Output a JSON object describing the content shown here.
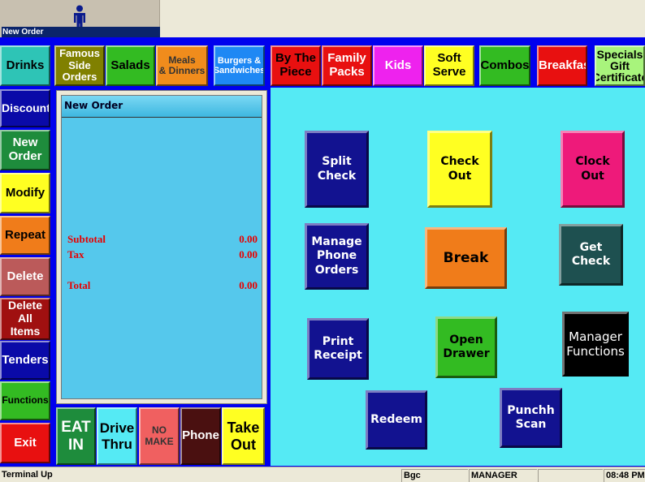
{
  "header": {
    "title": "New Order",
    "icon": "person-icon"
  },
  "top_categories": [
    {
      "label": "Famous\nSide\nOrders"
    },
    {
      "label": "Salads"
    },
    {
      "label": "Meals\n& Dinners"
    },
    {
      "label": "Burgers &\nSandwiches"
    },
    {
      "label": "By The\nPiece"
    },
    {
      "label": "Family\nPacks"
    },
    {
      "label": "Kids"
    },
    {
      "label": "Soft\nServe"
    },
    {
      "label": "Combos"
    },
    {
      "label": "Breakfas"
    },
    {
      "label": "Specials\nGift\nCertificate"
    }
  ],
  "sidebar": [
    {
      "label": "Drinks"
    },
    {
      "label": "Discounts"
    },
    {
      "label": "New\nOrder"
    },
    {
      "label": "Modify"
    },
    {
      "label": "Repeat"
    },
    {
      "label": "Delete"
    },
    {
      "label": "Delete\nAll\nItems"
    },
    {
      "label": "Tenders"
    },
    {
      "label": "Functions"
    },
    {
      "label": "Exit"
    }
  ],
  "order": {
    "title": "New Order",
    "subtotal_label": "Subtotal",
    "subtotal_value": "0.00",
    "tax_label": "Tax",
    "tax_value": "0.00",
    "total_label": "Total",
    "total_value": "0.00"
  },
  "order_types": [
    {
      "label": "EAT\nIN"
    },
    {
      "label": "Drive\nThru"
    },
    {
      "label": "NO\nMAKE"
    },
    {
      "label": "Phone"
    },
    {
      "label": "Take\nOut"
    }
  ],
  "functions": [
    {
      "label": "Split\nCheck"
    },
    {
      "label": "Check\nOut"
    },
    {
      "label": "Clock\nOut"
    },
    {
      "label": "Manage\nPhone\nOrders"
    },
    {
      "label": "Break"
    },
    {
      "label": "Get\nCheck"
    },
    {
      "label": "Print\nReceipt"
    },
    {
      "label": "Open\nDrawer"
    },
    {
      "label": "Manager\nFunctions"
    },
    {
      "label": "Redeem"
    },
    {
      "label": "Punchh\nScan"
    }
  ],
  "status": {
    "message": "Terminal Up",
    "store": "Bgc",
    "role": "MANAGER",
    "blank": "",
    "time": "08:48 PM"
  },
  "colors": {
    "background": "#0000ee",
    "work_area": "#55eaf4",
    "order_panel": "#55c8ec",
    "totals_text": "#e80000"
  }
}
